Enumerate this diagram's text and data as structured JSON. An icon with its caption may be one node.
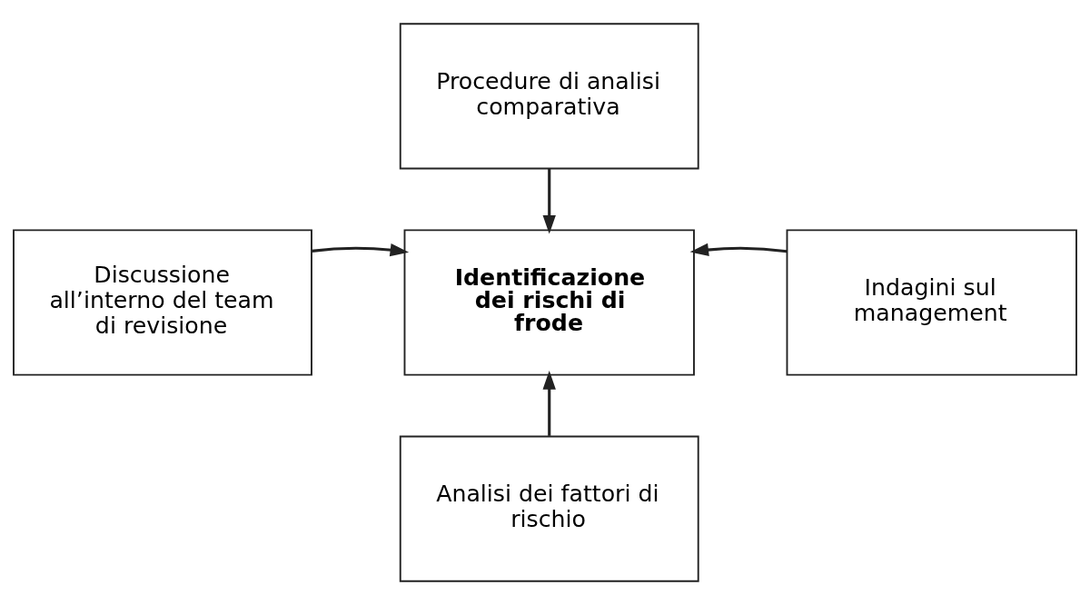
{
  "diagram": {
    "nodes": [
      {
        "text": [
          "Procedure di analisi comparativa"
        ]
      },
      {
        "text": [
          "Discussione all’interno del team di revisione"
        ]
      },
      {
        "text": [
          "Identificazione dei rischi di frode"
        ]
      },
      {
        "text": [
          "Indagini sul management"
        ]
      },
      {
        "text": [
          "Analisi dei fattori di rischio"
        ]
      }
    ],
    "edges": [
      {
        "from": 0,
        "to": 2,
        "arrow": "to"
      },
      {
        "from": 1,
        "to": 2,
        "arrow": "to"
      },
      {
        "from": 3,
        "to": 2,
        "arrow": "to"
      },
      {
        "from": 4,
        "to": 2,
        "arrow": "to"
      }
    ]
  }
}
